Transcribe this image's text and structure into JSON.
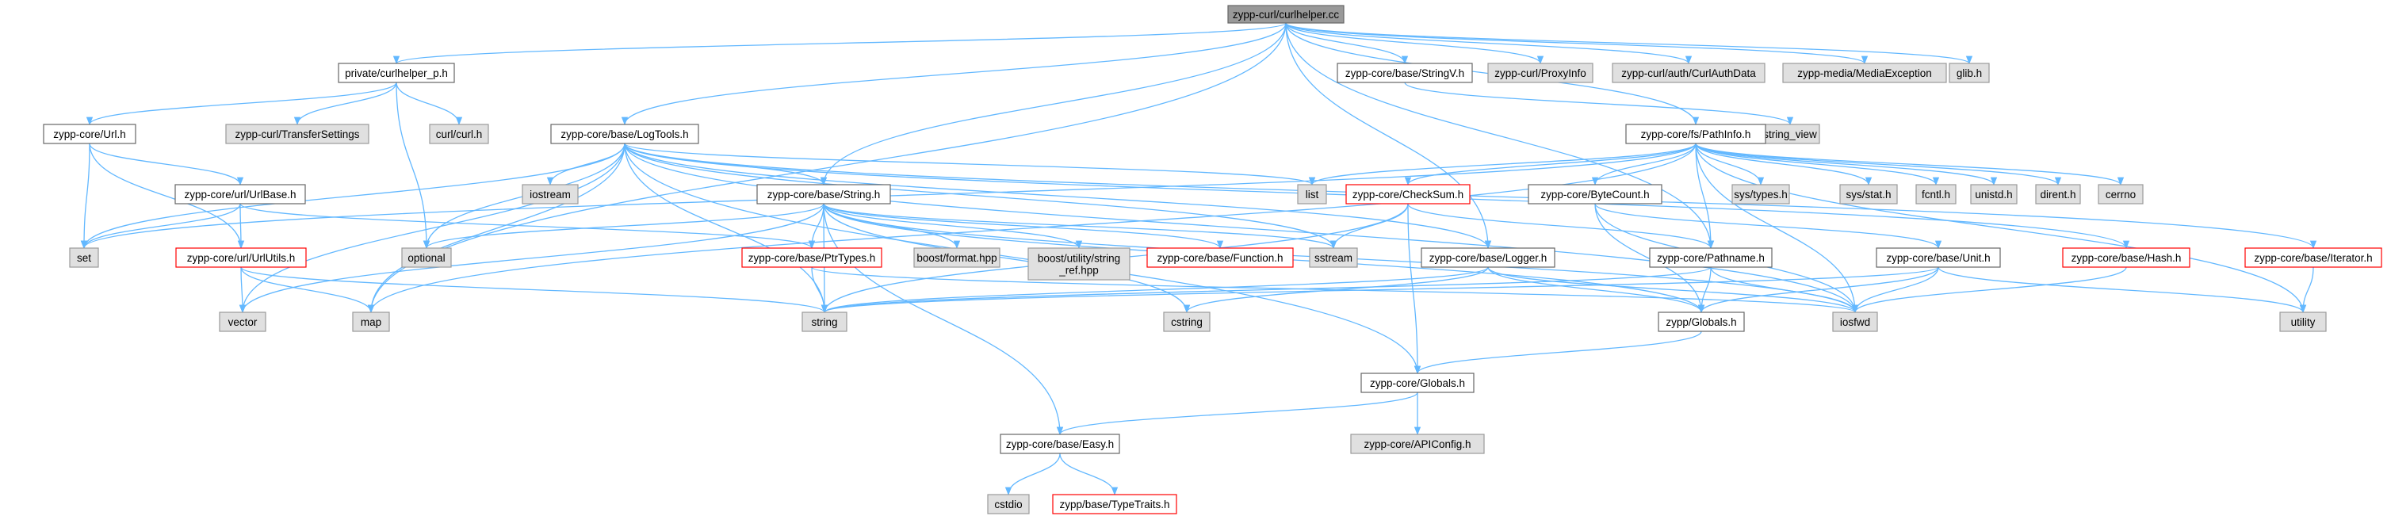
{
  "colors": {
    "edge": "#63b8ff",
    "root_fill": "#999999",
    "external_fill": "#e0e0e0",
    "external_stroke": "#999999",
    "local_stroke": "#666666",
    "incomplete_stroke": "#ff0000",
    "node_fill": "#ffffff"
  },
  "nodes": [
    {
      "id": "root",
      "label": "zypp-curl/curlhelper.cc",
      "kind": "root"
    },
    {
      "id": "curlhelper_p",
      "label": "private/curlhelper_p.h",
      "kind": "local"
    },
    {
      "id": "stringv",
      "label": "zypp-core/base/StringV.h",
      "kind": "local"
    },
    {
      "id": "proxyinfo",
      "label": "zypp-curl/ProxyInfo",
      "kind": "external"
    },
    {
      "id": "curlauth",
      "label": "zypp-curl/auth/CurlAuthData",
      "kind": "external"
    },
    {
      "id": "mediaexc",
      "label": "zypp-media/MediaException",
      "kind": "external"
    },
    {
      "id": "glib",
      "label": "glib.h",
      "kind": "external"
    },
    {
      "id": "url",
      "label": "zypp-core/Url.h",
      "kind": "local"
    },
    {
      "id": "transfer",
      "label": "zypp-curl/TransferSettings",
      "kind": "external"
    },
    {
      "id": "curlh",
      "label": "curl/curl.h",
      "kind": "external"
    },
    {
      "id": "logtools",
      "label": "zypp-core/base/LogTools.h",
      "kind": "local"
    },
    {
      "id": "stringview",
      "label": "string_view",
      "kind": "external"
    },
    {
      "id": "pathinfo",
      "label": "zypp-core/fs/PathInfo.h",
      "kind": "local"
    },
    {
      "id": "urlbase",
      "label": "zypp-core/url/UrlBase.h",
      "kind": "local"
    },
    {
      "id": "iostream",
      "label": "iostream",
      "kind": "external"
    },
    {
      "id": "stringh",
      "label": "zypp-core/base/String.h",
      "kind": "local"
    },
    {
      "id": "list",
      "label": "list",
      "kind": "external"
    },
    {
      "id": "checksum",
      "label": "zypp-core/CheckSum.h",
      "kind": "incomplete"
    },
    {
      "id": "bytecount",
      "label": "zypp-core/ByteCount.h",
      "kind": "local"
    },
    {
      "id": "systypes",
      "label": "sys/types.h",
      "kind": "external"
    },
    {
      "id": "sysstat",
      "label": "sys/stat.h",
      "kind": "external"
    },
    {
      "id": "fcntl",
      "label": "fcntl.h",
      "kind": "external"
    },
    {
      "id": "unistd",
      "label": "unistd.h",
      "kind": "external"
    },
    {
      "id": "dirent",
      "label": "dirent.h",
      "kind": "external"
    },
    {
      "id": "cerrno",
      "label": "cerrno",
      "kind": "external"
    },
    {
      "id": "set",
      "label": "set",
      "kind": "external"
    },
    {
      "id": "urlutils",
      "label": "zypp-core/url/UrlUtils.h",
      "kind": "incomplete"
    },
    {
      "id": "optional",
      "label": "optional",
      "kind": "external"
    },
    {
      "id": "ptrtypes",
      "label": "zypp-core/base/PtrTypes.h",
      "kind": "incomplete"
    },
    {
      "id": "boostformat",
      "label": "boost/format.hpp",
      "kind": "external"
    },
    {
      "id": "boostutil",
      "label": [
        "boost/utility/string",
        "_ref.hpp"
      ],
      "kind": "external"
    },
    {
      "id": "function",
      "label": "zypp-core/base/Function.h",
      "kind": "incomplete"
    },
    {
      "id": "sstream",
      "label": "sstream",
      "kind": "external"
    },
    {
      "id": "logger",
      "label": "zypp-core/base/Logger.h",
      "kind": "local"
    },
    {
      "id": "pathname",
      "label": "zypp-core/Pathname.h",
      "kind": "local"
    },
    {
      "id": "unit",
      "label": "zypp-core/base/Unit.h",
      "kind": "local"
    },
    {
      "id": "hash",
      "label": "zypp-core/base/Hash.h",
      "kind": "incomplete"
    },
    {
      "id": "iterator",
      "label": "zypp-core/base/Iterator.h",
      "kind": "incomplete"
    },
    {
      "id": "vector",
      "label": "vector",
      "kind": "external"
    },
    {
      "id": "map",
      "label": "map",
      "kind": "external"
    },
    {
      "id": "string",
      "label": "string",
      "kind": "external"
    },
    {
      "id": "cstring",
      "label": "cstring",
      "kind": "external"
    },
    {
      "id": "zyppglobals",
      "label": "zypp/Globals.h",
      "kind": "local"
    },
    {
      "id": "iosfwd",
      "label": "iosfwd",
      "kind": "external"
    },
    {
      "id": "utility",
      "label": "utility",
      "kind": "external"
    },
    {
      "id": "coreglobals",
      "label": "zypp-core/Globals.h",
      "kind": "local"
    },
    {
      "id": "apiconfig",
      "label": "zypp-core/APIConfig.h",
      "kind": "external"
    },
    {
      "id": "easy",
      "label": "zypp-core/base/Easy.h",
      "kind": "local"
    },
    {
      "id": "cstdio",
      "label": "cstdio",
      "kind": "external"
    },
    {
      "id": "typetraits",
      "label": "zypp/base/TypeTraits.h",
      "kind": "incomplete"
    }
  ],
  "edges": [
    [
      "root",
      "curlhelper_p"
    ],
    [
      "root",
      "stringv"
    ],
    [
      "root",
      "proxyinfo"
    ],
    [
      "root",
      "curlauth"
    ],
    [
      "root",
      "mediaexc"
    ],
    [
      "root",
      "glib"
    ],
    [
      "root",
      "logtools"
    ],
    [
      "root",
      "pathinfo"
    ],
    [
      "root",
      "stringh"
    ],
    [
      "root",
      "map"
    ],
    [
      "root",
      "logger"
    ],
    [
      "root",
      "pathname"
    ],
    [
      "curlhelper_p",
      "url"
    ],
    [
      "curlhelper_p",
      "transfer"
    ],
    [
      "curlhelper_p",
      "curlh"
    ],
    [
      "curlhelper_p",
      "optional"
    ],
    [
      "stringv",
      "stringview"
    ],
    [
      "url",
      "urlbase"
    ],
    [
      "url",
      "urlutils"
    ],
    [
      "url",
      "set"
    ],
    [
      "urlbase",
      "set"
    ],
    [
      "urlbase",
      "urlutils"
    ],
    [
      "urlbase",
      "ptrtypes"
    ],
    [
      "urlutils",
      "vector"
    ],
    [
      "urlutils",
      "map"
    ],
    [
      "urlutils",
      "string"
    ],
    [
      "logtools",
      "iostream"
    ],
    [
      "logtools",
      "stringh"
    ],
    [
      "logtools",
      "list"
    ],
    [
      "logtools",
      "set"
    ],
    [
      "logtools",
      "vector"
    ],
    [
      "logtools",
      "map"
    ],
    [
      "logtools",
      "optional"
    ],
    [
      "logtools",
      "string"
    ],
    [
      "logtools",
      "sstream"
    ],
    [
      "logtools",
      "logger"
    ],
    [
      "logtools",
      "iterator"
    ],
    [
      "logtools",
      "hash"
    ],
    [
      "logtools",
      "iosfwd"
    ],
    [
      "logtools",
      "coreglobals"
    ],
    [
      "pathinfo",
      "list"
    ],
    [
      "pathinfo",
      "checksum"
    ],
    [
      "pathinfo",
      "bytecount"
    ],
    [
      "pathinfo",
      "systypes"
    ],
    [
      "pathinfo",
      "sysstat"
    ],
    [
      "pathinfo",
      "fcntl"
    ],
    [
      "pathinfo",
      "unistd"
    ],
    [
      "pathinfo",
      "dirent"
    ],
    [
      "pathinfo",
      "cerrno"
    ],
    [
      "pathinfo",
      "set"
    ],
    [
      "pathinfo",
      "map"
    ],
    [
      "pathinfo",
      "pathname"
    ],
    [
      "pathinfo",
      "iosfwd"
    ],
    [
      "pathinfo",
      "utility"
    ],
    [
      "stringh",
      "optional"
    ],
    [
      "stringh",
      "vector"
    ],
    [
      "stringh",
      "ptrtypes"
    ],
    [
      "stringh",
      "boostformat"
    ],
    [
      "stringh",
      "boostutil"
    ],
    [
      "stringh",
      "function"
    ],
    [
      "stringh",
      "sstream"
    ],
    [
      "stringh",
      "string"
    ],
    [
      "stringh",
      "cstring"
    ],
    [
      "stringh",
      "iosfwd"
    ],
    [
      "stringh",
      "zyppglobals"
    ],
    [
      "stringh",
      "easy"
    ],
    [
      "checksum",
      "sstream"
    ],
    [
      "checksum",
      "string"
    ],
    [
      "checksum",
      "pathname"
    ],
    [
      "checksum",
      "coreglobals"
    ],
    [
      "bytecount",
      "unit"
    ],
    [
      "bytecount",
      "zyppglobals"
    ],
    [
      "bytecount",
      "iosfwd"
    ],
    [
      "ptrtypes",
      "string"
    ],
    [
      "ptrtypes",
      "iosfwd"
    ],
    [
      "logger",
      "cstring"
    ],
    [
      "logger",
      "iosfwd"
    ],
    [
      "logger",
      "string"
    ],
    [
      "logger",
      "zyppglobals"
    ],
    [
      "pathname",
      "zyppglobals"
    ],
    [
      "pathname",
      "string"
    ],
    [
      "pathname",
      "iosfwd"
    ],
    [
      "unit",
      "iosfwd"
    ],
    [
      "unit",
      "string"
    ],
    [
      "unit",
      "utility"
    ],
    [
      "unit",
      "zyppglobals"
    ],
    [
      "hash",
      "iosfwd"
    ],
    [
      "iterator",
      "utility"
    ],
    [
      "zyppglobals",
      "coreglobals"
    ],
    [
      "coreglobals",
      "apiconfig"
    ],
    [
      "coreglobals",
      "easy"
    ],
    [
      "easy",
      "cstdio"
    ],
    [
      "easy",
      "typetraits"
    ]
  ]
}
